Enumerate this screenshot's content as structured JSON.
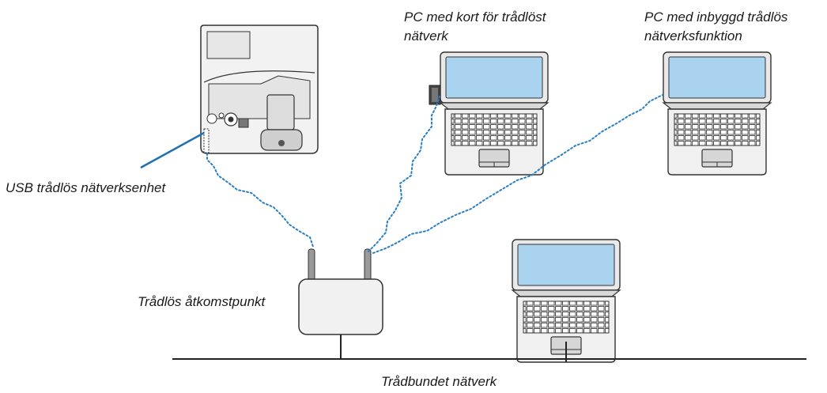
{
  "labels": {
    "pc_card_line1": "PC med kort för trådlöst",
    "pc_card_line2": "nätverk",
    "pc_builtin_line1": "PC med inbyggd trådlös",
    "pc_builtin_line2": "nätverksfunktion",
    "usb_unit": "USB trådlös nätverksenhet",
    "access_point": "Trådlös åtkomstpunkt",
    "wired_network": "Trådbundet nätverk"
  },
  "colors": {
    "wireless_link": "#2a7fc4",
    "pointer_line": "#1f6fb3",
    "screen": "#a9d3ef",
    "device_body": "#f1f1f1",
    "outline": "#333333"
  },
  "icons": [
    "projector-icon",
    "laptop-icon",
    "wireless-access-point-icon",
    "usb-wireless-unit-icon"
  ]
}
